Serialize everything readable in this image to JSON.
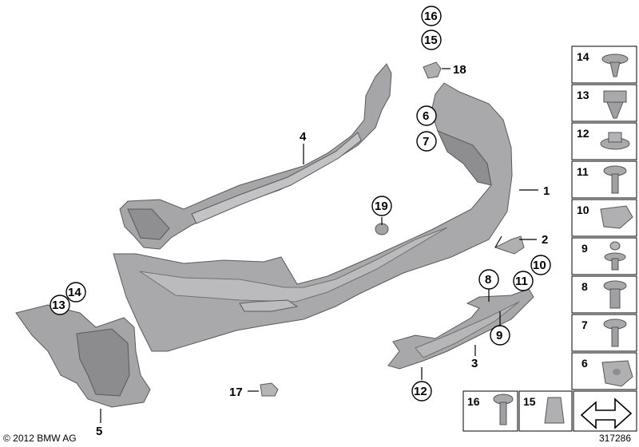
{
  "diagram": {
    "copyright": "© 2012 BMW AG",
    "diagram_id": "317286",
    "callouts": {
      "c1": "1",
      "c2": "2",
      "c3": "3",
      "c4": "4",
      "c5": "5",
      "c6": "6",
      "c7": "7",
      "c8": "8",
      "c9": "9",
      "c10": "10",
      "c11": "11",
      "c12": "12",
      "c13": "13",
      "c14": "14",
      "c15": "15",
      "c16": "16",
      "c17": "17",
      "c18": "18",
      "c19": "19"
    },
    "legend": [
      "14",
      "13",
      "12",
      "11",
      "10",
      "9",
      "8",
      "7",
      "6"
    ],
    "legend_bottom": [
      "16",
      "15"
    ]
  },
  "colors": {
    "part_fill": "#a9a9ab",
    "part_dark": "#8d8d90",
    "part_light": "#c8c8ca",
    "outline": "#000000"
  }
}
